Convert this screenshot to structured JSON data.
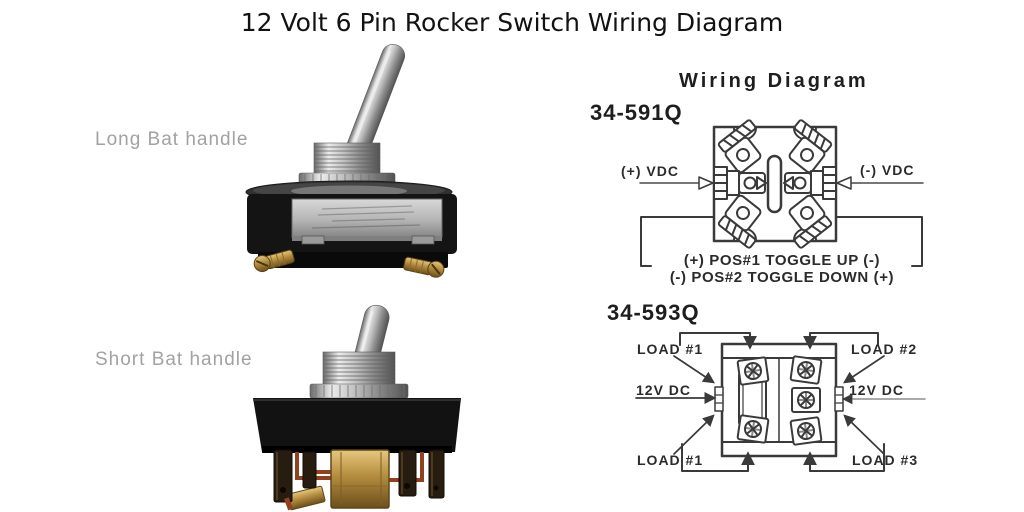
{
  "title": "12 Volt 6 Pin Rocker Switch Wiring Diagram",
  "product_photos": {
    "long_handle_label": "Long Bat handle",
    "short_handle_label": "Short Bat handle"
  },
  "wiring": {
    "heading": "Wiring Diagram",
    "diagram_591q": {
      "model": "34-591Q",
      "left_terminal_label": "(+) VDC",
      "right_terminal_label": "(-) VDC",
      "note_line1": "(+) POS#1 TOGGLE UP (-)",
      "note_line2": "(-) POS#2 TOGGLE DOWN (+)"
    },
    "diagram_593q": {
      "model": "34-593Q",
      "top_left_label": "LOAD #1",
      "top_right_label": "LOAD #2",
      "mid_left_label": "12V DC",
      "mid_right_label": "12V DC",
      "bottom_left_label": "LOAD #1",
      "bottom_right_label": "LOAD #3"
    }
  },
  "colors": {
    "diagram_line": "#3a3a3a",
    "label_gray": "#a2a2a2",
    "text_dark": "#121212",
    "brass": "#b48c3e",
    "copper": "#93401f"
  }
}
